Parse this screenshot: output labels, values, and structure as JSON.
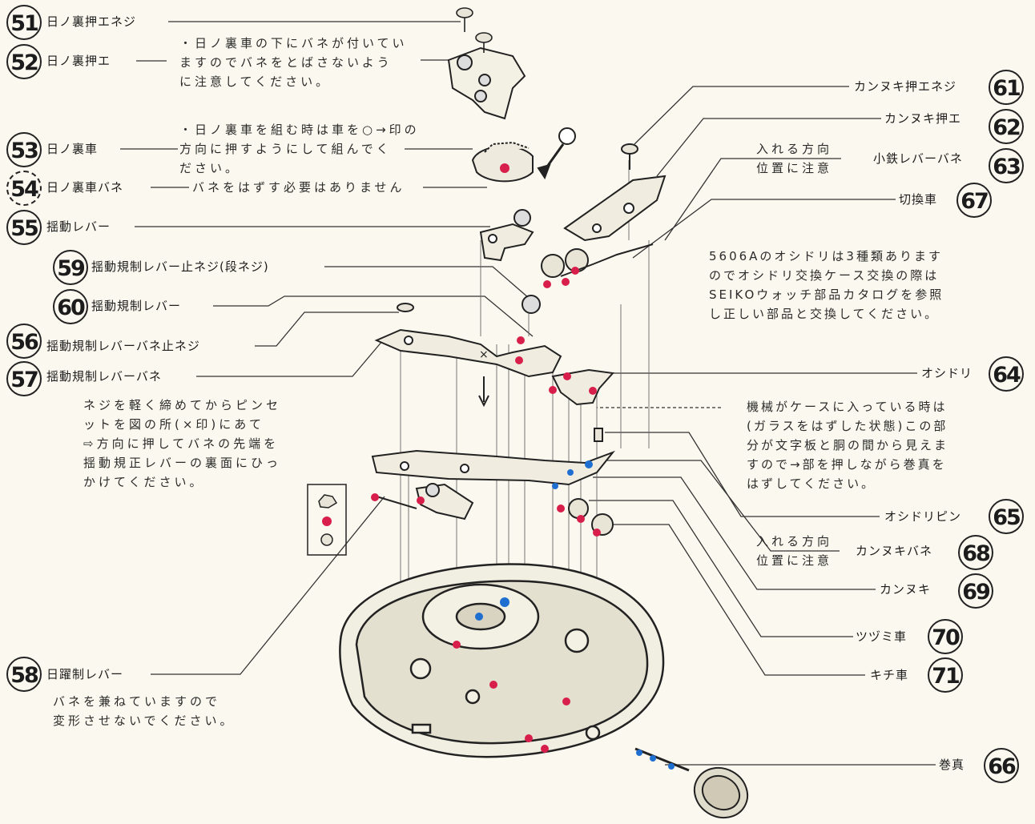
{
  "parts": [
    {
      "num": "51",
      "label": "日ノ裏押エネジ"
    },
    {
      "num": "52",
      "label": "日ノ裏押エ"
    },
    {
      "num": "53",
      "label": "日ノ裏車"
    },
    {
      "num": "54",
      "label": "日ノ裏車バネ"
    },
    {
      "num": "55",
      "label": "揺動レバー"
    },
    {
      "num": "59",
      "label": "揺動規制レバー止ネジ(段ネジ)"
    },
    {
      "num": "60",
      "label": "揺動規制レバー"
    },
    {
      "num": "56",
      "label": "揺動規制レバーバネ止ネジ"
    },
    {
      "num": "57",
      "label": "揺動規制レバーバネ"
    },
    {
      "num": "58",
      "label": "日躍制レバー"
    },
    {
      "num": "61",
      "label": "カンヌキ押エネジ"
    },
    {
      "num": "62",
      "label": "カンヌキ押エ"
    },
    {
      "num": "63",
      "label": "小鉄レバーバネ"
    },
    {
      "num": "67",
      "label": "切換車"
    },
    {
      "num": "64",
      "label": "オシドリ"
    },
    {
      "num": "65",
      "label": "オシドリピン"
    },
    {
      "num": "68",
      "label": "カンヌキバネ"
    },
    {
      "num": "69",
      "label": "カンヌキ"
    },
    {
      "num": "70",
      "label": "ツヅミ車"
    },
    {
      "num": "71",
      "label": "キチ車"
    },
    {
      "num": "66",
      "label": "巻真"
    }
  ],
  "notes": {
    "spring_52": [
      "・日ノ裏車の下にバネが付いてい",
      "ますのでバネをとばさないよう",
      "に注意してください。"
    ],
    "assembly_53": [
      "・日ノ裏車を組む時は車を○→印の",
      "方向に押すようにして組んでく",
      "ださい。"
    ],
    "spring_54": "バネをはずす必要はありません",
    "direction_63": [
      "入れる方向",
      "位置に注意"
    ],
    "direction_68": [
      "入れる方向",
      "位置に注意"
    ],
    "oshidori_variants": [
      "5606Aのオシドリは3種類あります",
      "のでオシドリ交換ケース交換の際は",
      "SEIKOウォッチ部品カタログを参照",
      "し正しい部品と交換してください。"
    ],
    "spring_hook": [
      "ネジを軽く締めてからピンセ",
      "ットを図の所(×印)にあて",
      "⇨方向に押してバネの先端を",
      "揺動規正レバーの裏面にひっ",
      "かけてください。"
    ],
    "case_pin": [
      "機械がケースに入っている時は",
      "(ガラスをはずした状態)この部",
      "分が文字板と胴の間から見えま",
      "すので→部を押しながら巻真を",
      "はずしてください。"
    ],
    "lever_58": [
      "バネを兼ねていますので",
      "変形させないでください。"
    ]
  },
  "colors": {
    "ink": "#1c1c1c",
    "paper": "#fbf9ef",
    "oil_red": "#d81e4a",
    "oil_blue": "#1f6fd0"
  }
}
